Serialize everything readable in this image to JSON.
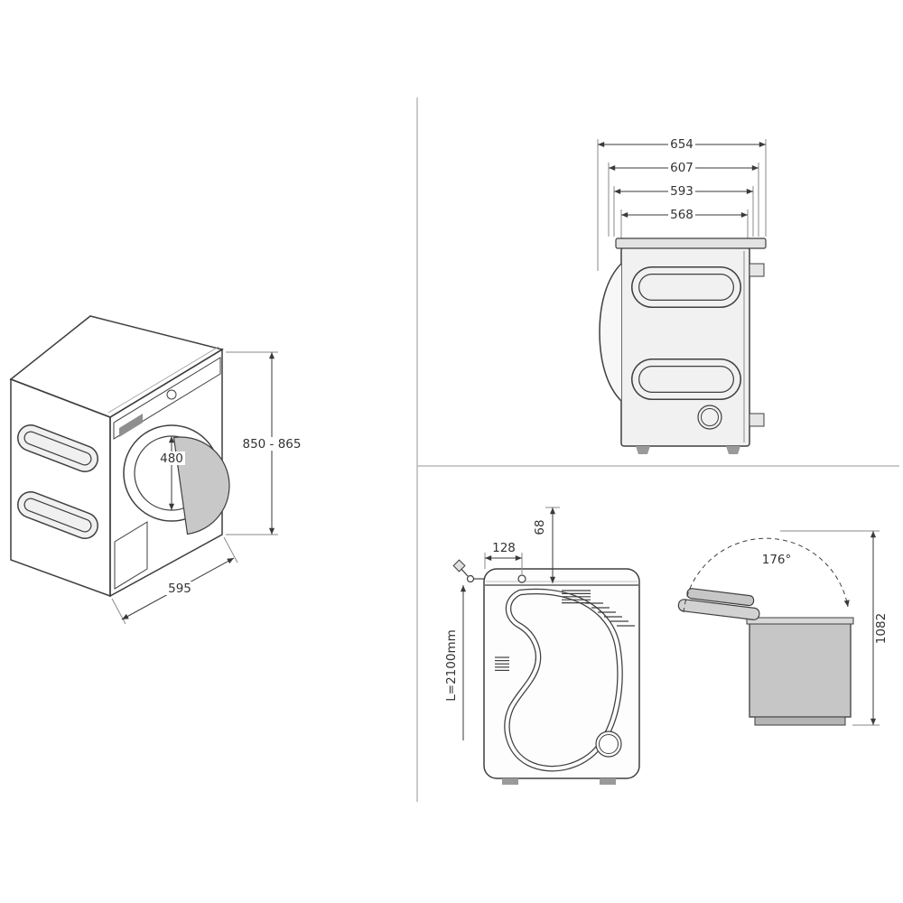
{
  "diagram": {
    "isometric": {
      "height_range": "850 - 865",
      "door_diameter": "480",
      "width": "595"
    },
    "side_view": {
      "dim_outer": "654",
      "dim_second": "607",
      "dim_third": "593",
      "dim_inner": "568"
    },
    "top_view": {
      "hose_offset": "128",
      "vent_offset": "68",
      "hose_length": "L=2100mm"
    },
    "open_lid_view": {
      "lid_angle": "176°",
      "total_height": "1082"
    }
  }
}
